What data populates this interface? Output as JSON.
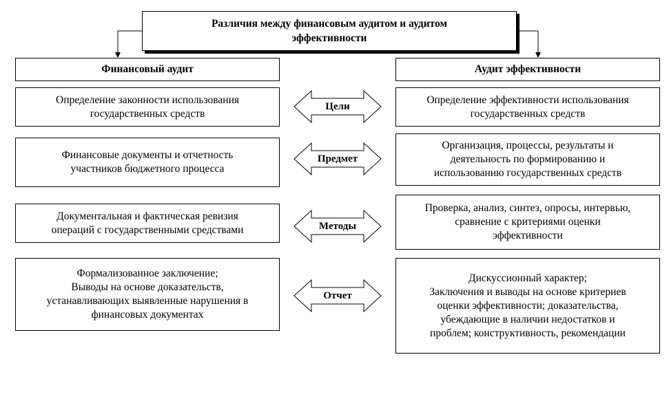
{
  "title": "Различия между финансовым аудитом и аудитом\nэффективности",
  "left_header": "Финансовый аудит",
  "right_header": "Аудит эффективности",
  "rows": [
    {
      "label": "Цели",
      "left": "Определение законности использования\nгосударственных средств",
      "right": "Определение эффективности использования\nгосударственных средств"
    },
    {
      "label": "Предмет",
      "left": "Финансовые документы и отчетность\nучастников бюджетного процесса",
      "right": "Организация, процессы, результаты и\nдеятельность по формированию и\nиспользованию государственных средств"
    },
    {
      "label": "Методы",
      "left": "Документальная и фактическая ревизия\nопераций с государственными средствами",
      "right": "Проверка, анализ, синтез, опросы, интервью,\nсравнение с критериями оценки\nэффективности"
    },
    {
      "label": "Отчет",
      "left": "Формализованное заключение;\nВыводы на основе доказательств,\nустанавливающих выявленные нарушения в\nфинансовых документах",
      "right": "Дискуссионный характер;\nЗаключения и выводы на основе критериев\nоценки эффективности; доказательства,\nубеждающие в наличии недостатков и\nпроблем; конструктивность, рекомендации"
    }
  ]
}
